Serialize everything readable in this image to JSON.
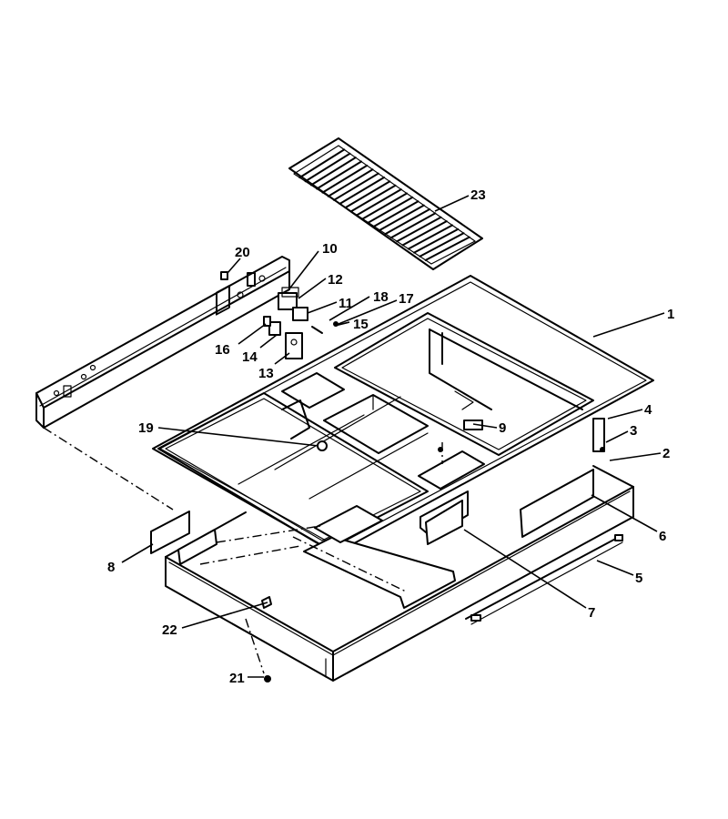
{
  "diagram": {
    "callouts": [
      {
        "id": "1",
        "text": "1"
      },
      {
        "id": "2",
        "text": "2"
      },
      {
        "id": "3",
        "text": "3"
      },
      {
        "id": "4",
        "text": "4"
      },
      {
        "id": "5",
        "text": "5"
      },
      {
        "id": "6",
        "text": "6"
      },
      {
        "id": "7",
        "text": "7"
      },
      {
        "id": "8",
        "text": "8"
      },
      {
        "id": "9",
        "text": "9"
      },
      {
        "id": "10",
        "text": "10"
      },
      {
        "id": "11",
        "text": "11"
      },
      {
        "id": "12",
        "text": "12"
      },
      {
        "id": "13",
        "text": "13"
      },
      {
        "id": "14",
        "text": "14"
      },
      {
        "id": "15",
        "text": "15"
      },
      {
        "id": "16",
        "text": "16"
      },
      {
        "id": "17",
        "text": "17"
      },
      {
        "id": "18",
        "text": "18"
      },
      {
        "id": "19",
        "text": "19"
      },
      {
        "id": "20",
        "text": "20"
      },
      {
        "id": "21",
        "text": "21"
      },
      {
        "id": "22",
        "text": "22"
      },
      {
        "id": "23",
        "text": "23"
      }
    ]
  }
}
